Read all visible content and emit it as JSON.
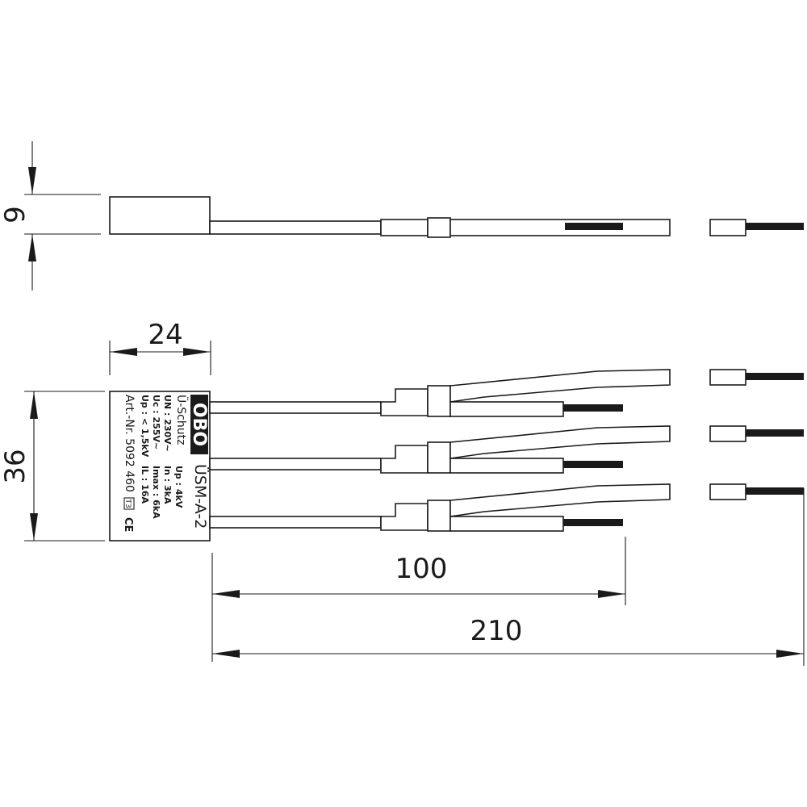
{
  "dimensions": {
    "height_side": "9",
    "width_top": "24",
    "height_top": "36",
    "length_short": "100",
    "length_total": "210"
  },
  "label": {
    "logo": "OBO",
    "product": "ÜSM-A-2",
    "title": "Ü-Schutz",
    "lines": [
      {
        "left": "UN :  230V~",
        "right": "Up :  4kV"
      },
      {
        "left": "Uc :  255V~",
        "right": "In :  3kA"
      },
      {
        "left": "Up : < 1,5kV",
        "right": "Imax :  6kA"
      },
      {
        "left": "",
        "right": "IL :  16A"
      }
    ],
    "article": "Art.-Nr. 5092 460",
    "ce_mark": "CE",
    "class_mark": "T3"
  }
}
